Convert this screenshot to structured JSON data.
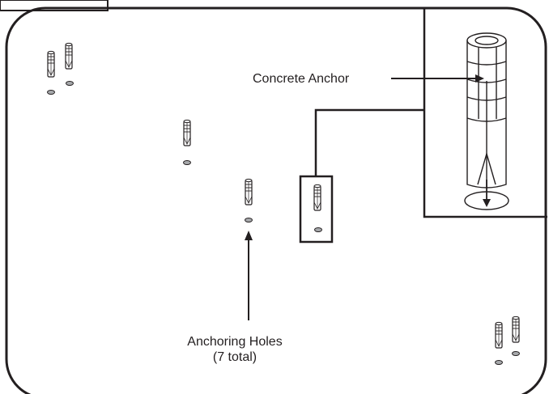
{
  "labels": {
    "concrete_anchor": "Concrete Anchor",
    "anchoring_holes": "Anchoring Holes",
    "hole_count": "(7 total)"
  },
  "colors": {
    "line": "#231f20",
    "hole_fill": "#a7a9ac",
    "background": "#ffffff"
  },
  "icons": {
    "anchor": "concrete-anchor-icon",
    "hole": "anchor-hole-icon"
  }
}
